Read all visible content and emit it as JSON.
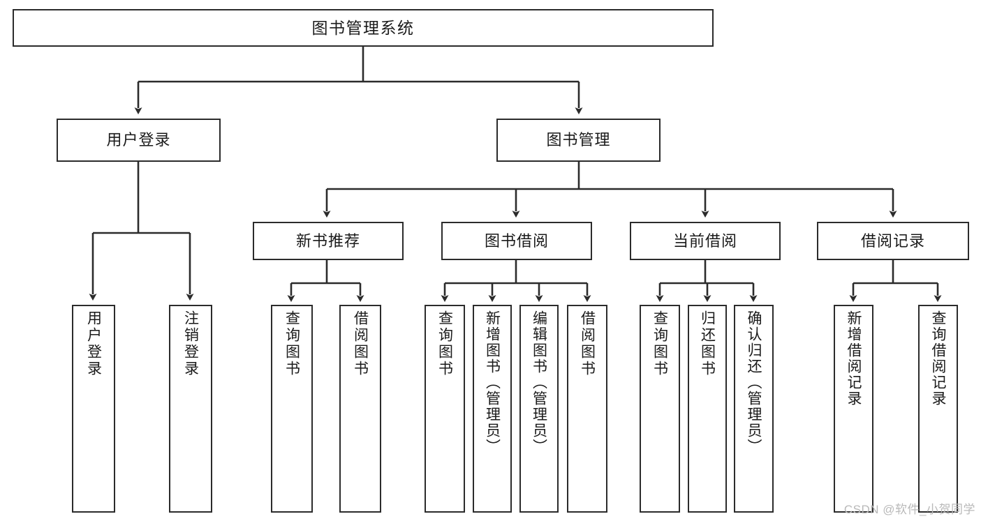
{
  "diagram": {
    "title": "图书管理系统",
    "type": "tree",
    "watermark": "CSDN @软件_小贺同学",
    "colors": {
      "box_stroke": "#2b2b2b",
      "box_fill": "#ffffff",
      "connector": "#2b2b2b",
      "text": "#1a1a1a",
      "watermark": "#b9b9b9"
    },
    "levels": {
      "root": "图书管理系统",
      "level2": [
        "用户登录",
        "图书管理"
      ],
      "level3": [
        "新书推荐",
        "图书借阅",
        "当前借阅",
        "借阅记录"
      ]
    },
    "nodes": {
      "root": {
        "label": "图书管理系统"
      },
      "user_login": {
        "label": "用户登录"
      },
      "book_manage": {
        "label": "图书管理"
      },
      "new_book_rec": {
        "label": "新书推荐"
      },
      "book_borrow": {
        "label": "图书借阅"
      },
      "current_borrow": {
        "label": "当前借阅"
      },
      "borrow_record": {
        "label": "借阅记录"
      },
      "leaf_user_login": {
        "label": "用户登录"
      },
      "leaf_logout": {
        "label": "注销登录"
      },
      "leaf_query_book_1": {
        "label": "查询图书"
      },
      "leaf_borrow_book_1": {
        "label": "借阅图书"
      },
      "leaf_query_book_2": {
        "label": "查询图书"
      },
      "leaf_add_book": {
        "label": "新增图书（管理员）"
      },
      "leaf_edit_book": {
        "label": "编辑图书（管理员）"
      },
      "leaf_borrow_book_2": {
        "label": "借阅图书"
      },
      "leaf_query_book_3": {
        "label": "查询图书"
      },
      "leaf_return_book": {
        "label": "归还图书"
      },
      "leaf_confirm_return": {
        "label": "确认归还（管理员）"
      },
      "leaf_add_record": {
        "label": "新增借阅记录"
      },
      "leaf_query_record": {
        "label": "查询借阅记录"
      }
    },
    "edges": [
      {
        "from": "root",
        "to": "user_login"
      },
      {
        "from": "root",
        "to": "book_manage"
      },
      {
        "from": "user_login",
        "to": "leaf_user_login"
      },
      {
        "from": "user_login",
        "to": "leaf_logout"
      },
      {
        "from": "book_manage",
        "to": "new_book_rec"
      },
      {
        "from": "book_manage",
        "to": "book_borrow"
      },
      {
        "from": "book_manage",
        "to": "current_borrow"
      },
      {
        "from": "book_manage",
        "to": "borrow_record"
      },
      {
        "from": "new_book_rec",
        "to": "leaf_query_book_1"
      },
      {
        "from": "new_book_rec",
        "to": "leaf_borrow_book_1"
      },
      {
        "from": "book_borrow",
        "to": "leaf_query_book_2"
      },
      {
        "from": "book_borrow",
        "to": "leaf_add_book"
      },
      {
        "from": "book_borrow",
        "to": "leaf_edit_book"
      },
      {
        "from": "book_borrow",
        "to": "leaf_borrow_book_2"
      },
      {
        "from": "current_borrow",
        "to": "leaf_query_book_3"
      },
      {
        "from": "current_borrow",
        "to": "leaf_return_book"
      },
      {
        "from": "current_borrow",
        "to": "leaf_confirm_return"
      },
      {
        "from": "borrow_record",
        "to": "leaf_add_record"
      },
      {
        "from": "borrow_record",
        "to": "leaf_query_record"
      }
    ]
  }
}
